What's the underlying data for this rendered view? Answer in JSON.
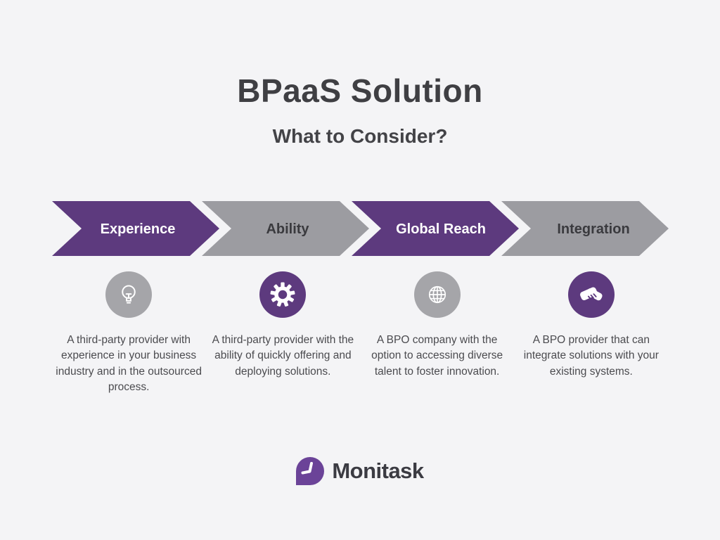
{
  "header": {
    "title": "BPaaS Solution",
    "subtitle": "What to Consider?"
  },
  "steps": [
    {
      "label": "Experience",
      "arrow_color": "#5d3a7e",
      "label_color": "#ffffff",
      "icon": "lightbulb-icon",
      "icon_bg": "#a5a5a9",
      "description": "A third-party provider with experience in your business industry and in the outsourced process."
    },
    {
      "label": "Ability",
      "arrow_color": "#9c9ca1",
      "label_color": "#3a3a3e",
      "icon": "gear-icon",
      "icon_bg": "#5d3a7e",
      "description": "A third-party provider with the ability of quickly offering and deploying solutions."
    },
    {
      "label": "Global Reach",
      "arrow_color": "#5d3a7e",
      "label_color": "#ffffff",
      "icon": "globe-icon",
      "icon_bg": "#a5a5a9",
      "description": "A BPO company with the option to accessing diverse talent to foster innovation."
    },
    {
      "label": "Integration",
      "arrow_color": "#9c9ca1",
      "label_color": "#3a3a3e",
      "icon": "handshake-icon",
      "icon_bg": "#5d3a7e",
      "description": "A BPO provider that can integrate solutions with your existing systems."
    }
  ],
  "footer": {
    "brand": "Monitask",
    "logo_color": "#6b4398"
  },
  "colors": {
    "background": "#f4f4f6",
    "purple": "#5d3a7e",
    "gray": "#9c9ca1",
    "heading": "#3f3f43",
    "body_text": "#4b4b4f"
  }
}
